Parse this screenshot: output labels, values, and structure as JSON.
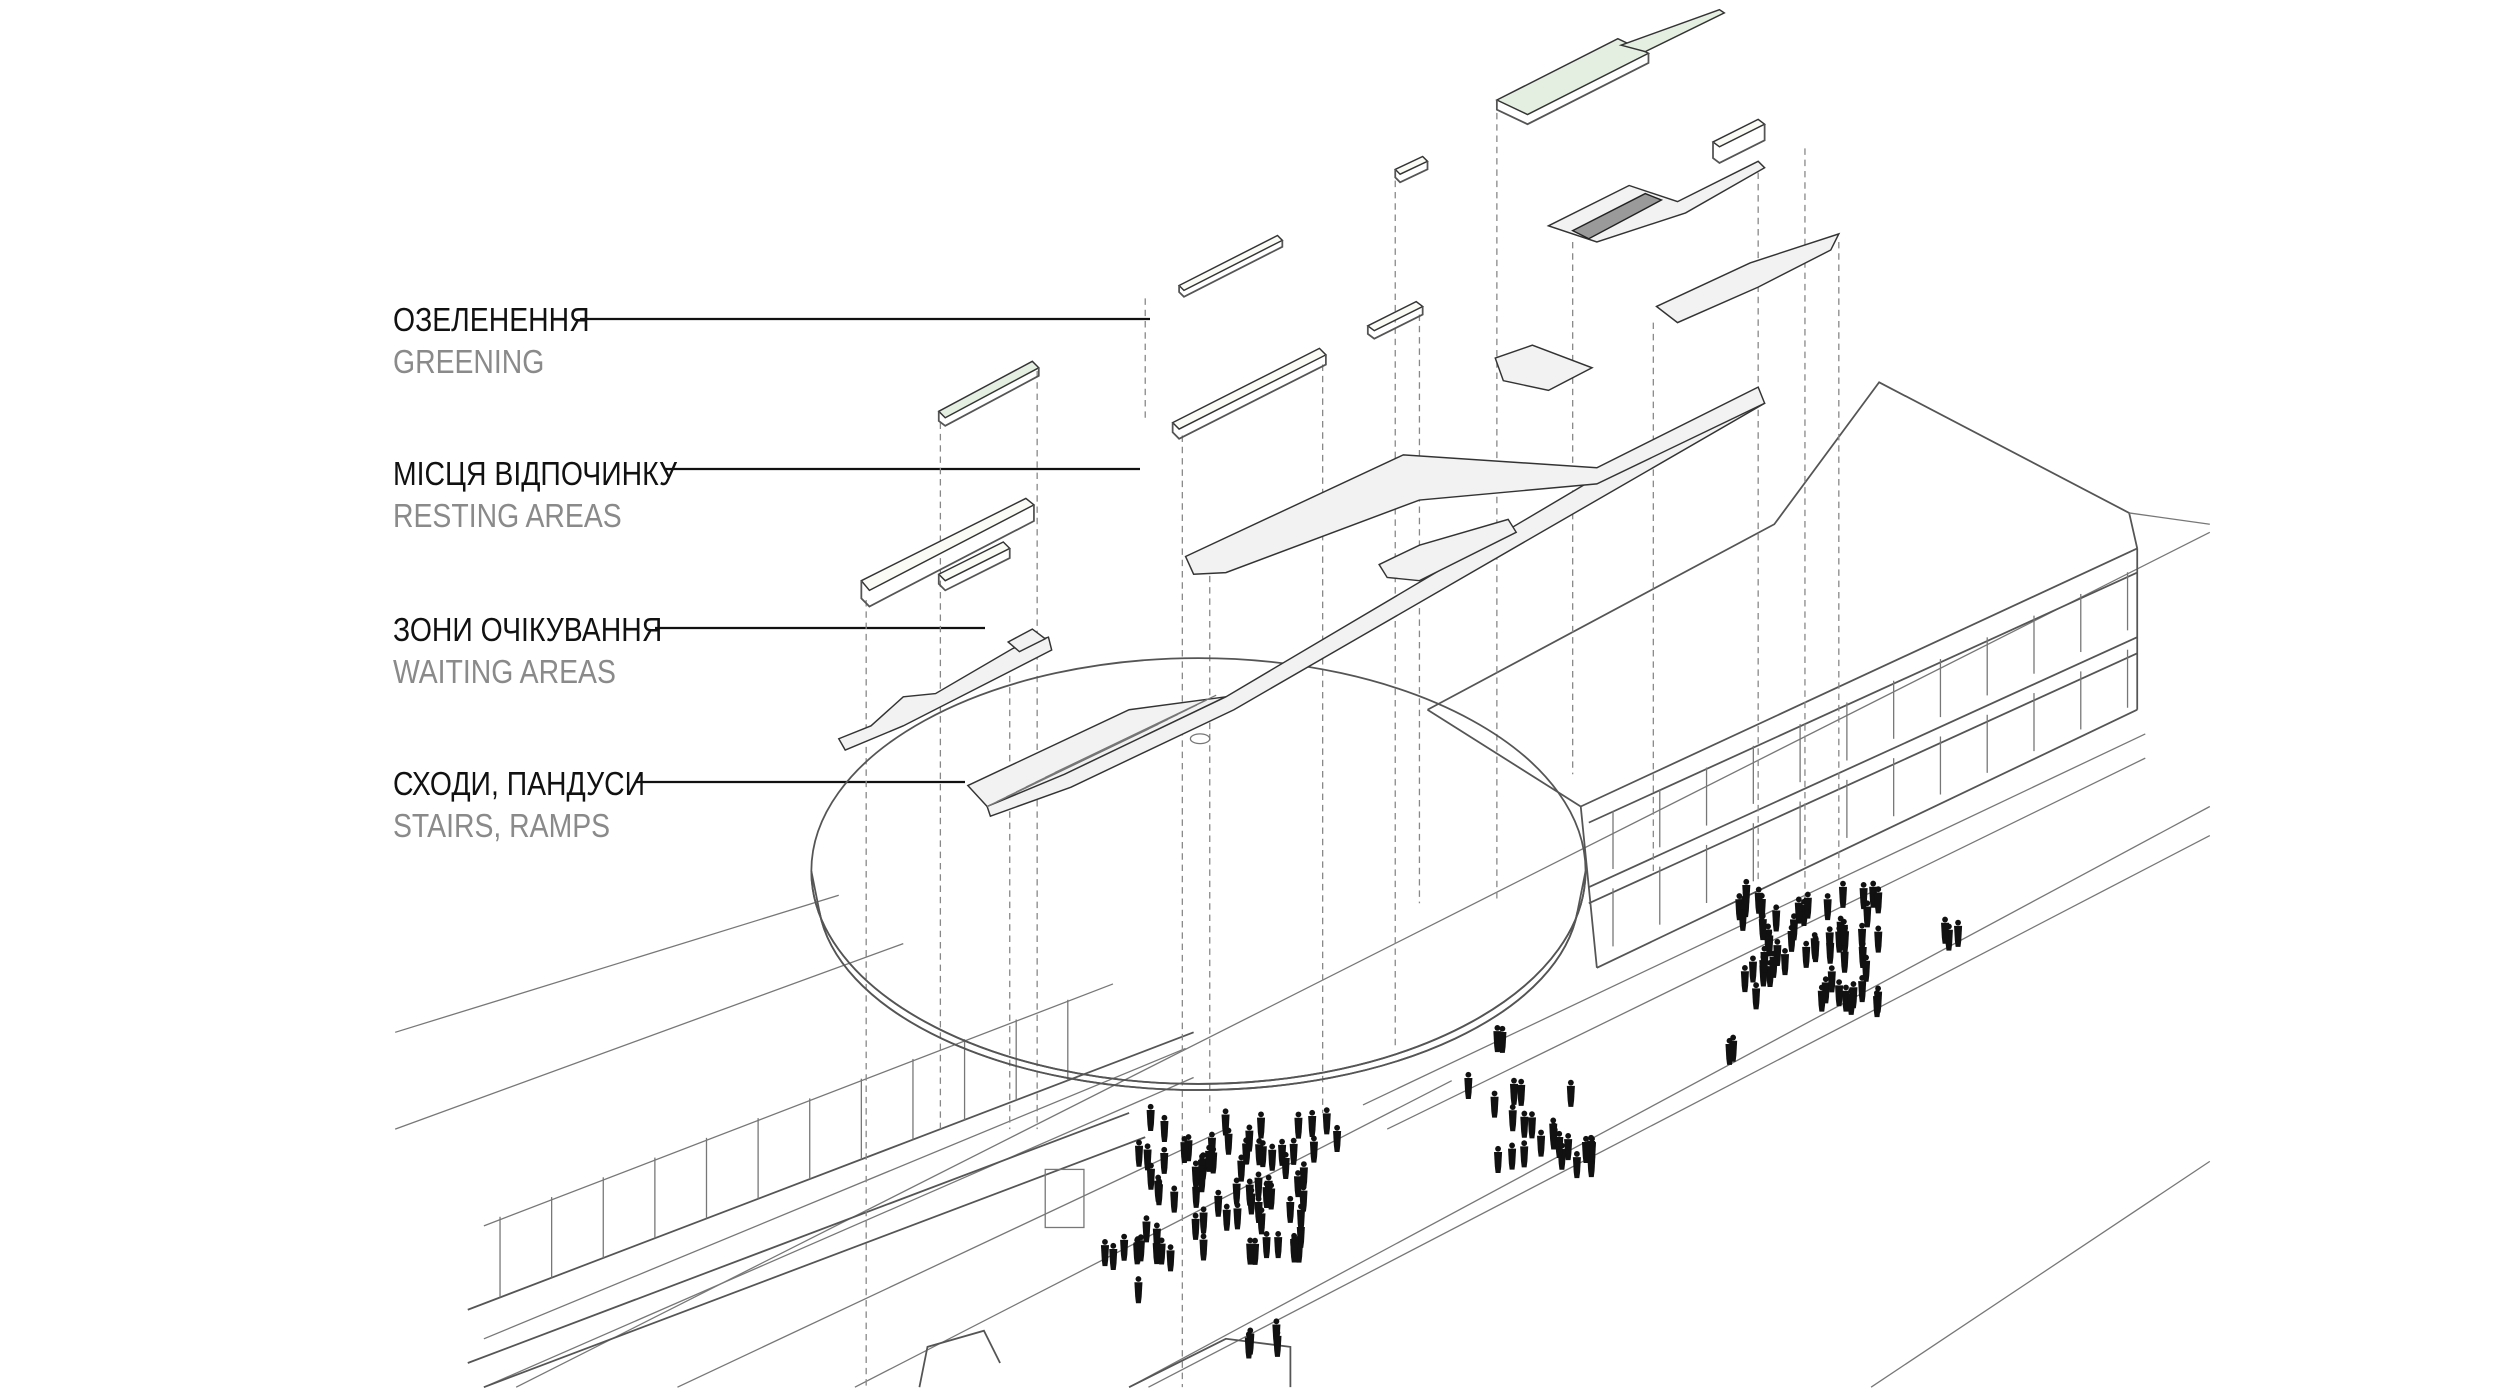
{
  "legend": [
    {
      "ua": "ОЗЕЛЕНЕННЯ",
      "en": "GREENING"
    },
    {
      "ua": "МІСЦЯ ВІДПОЧИНКУ",
      "en": "RESTING AREAS"
    },
    {
      "ua": "ЗОНИ ОЧІКУВАННЯ",
      "en": "WAITING AREAS"
    },
    {
      "ua": "СХОДИ, ПАНДУСИ",
      "en": "STAIRS, RAMPS"
    }
  ],
  "colors": {
    "greening": "#e4efe2",
    "slab": "#f2f2f2",
    "text": "#111111",
    "subtext": "#8a8a8a"
  }
}
